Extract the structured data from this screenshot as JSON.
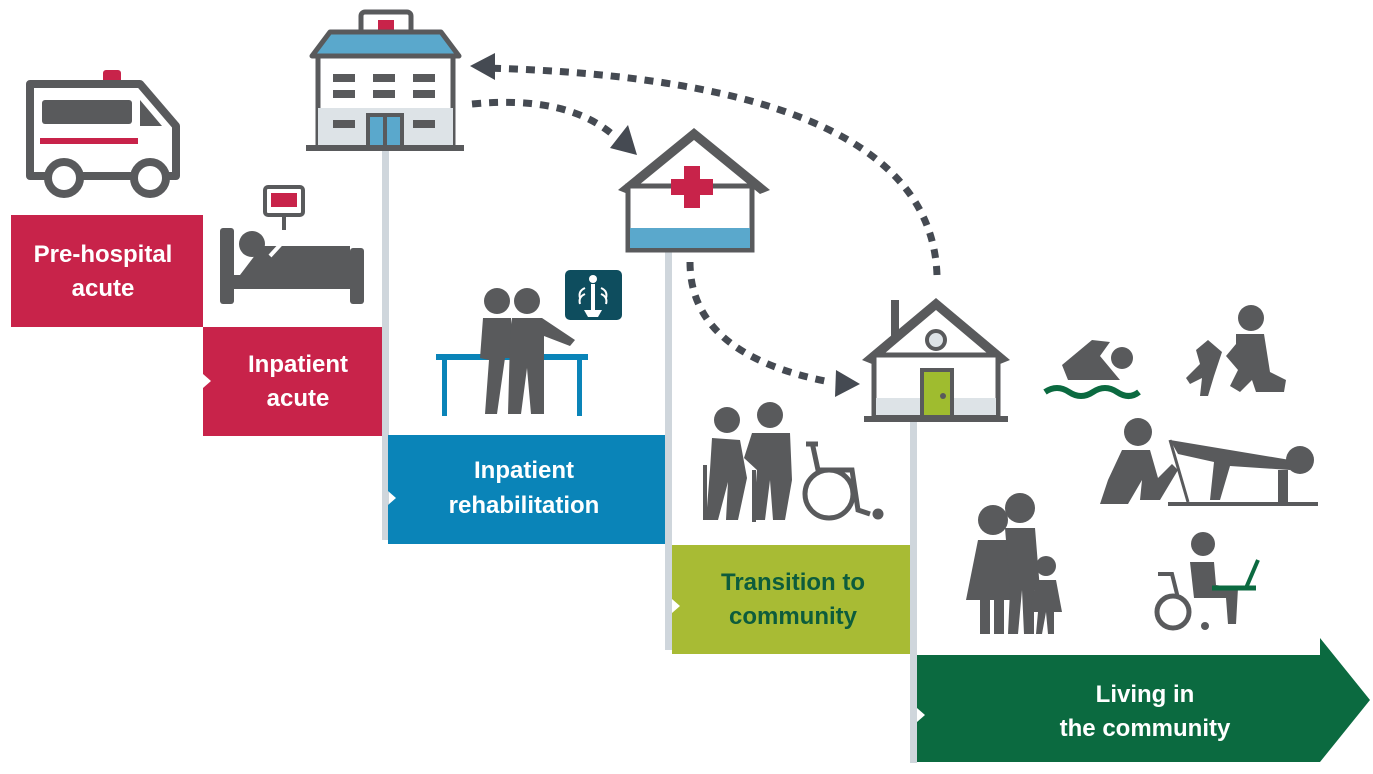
{
  "stages": [
    {
      "id": "pre-hospital",
      "line1": "Pre-hospital",
      "line2": "acute",
      "color": "#c8234a",
      "text_color": "#ffffff"
    },
    {
      "id": "inpatient-acute",
      "line1": "Inpatient",
      "line2": "acute",
      "color": "#c8234a",
      "text_color": "#ffffff"
    },
    {
      "id": "inpatient-rehab",
      "line1": "Inpatient",
      "line2": "rehabilitation",
      "color": "#0a84b8",
      "text_color": "#ffffff"
    },
    {
      "id": "transition",
      "line1": "Transition to",
      "line2": "community",
      "color": "#a8bb34",
      "text_color": "#0d5c3c"
    },
    {
      "id": "living",
      "line1": "Living in",
      "line2": "the community",
      "color": "#0b6a40",
      "text_color": "#ffffff"
    }
  ],
  "colors": {
    "icon_gray": "#595a5c",
    "icon_blue": "#5aa8cc",
    "cross_red": "#c8234a",
    "connector": "#cfd6dc",
    "arrow": "#454a52",
    "swim_water": "#0b6a40",
    "door_green": "#9fbc2f",
    "xray_bg": "#0e4d5e"
  },
  "icons": [
    "ambulance-icon",
    "hospital-bed-icon",
    "hospital-icon",
    "rehab-center-icon",
    "home-icon",
    "physiotherapy-icon",
    "xray-icon",
    "walking-assist-icon",
    "wheelchair-icon",
    "swimming-icon",
    "dog-walking-icon",
    "exercise-icon",
    "family-icon",
    "wheelchair-laptop-icon"
  ]
}
